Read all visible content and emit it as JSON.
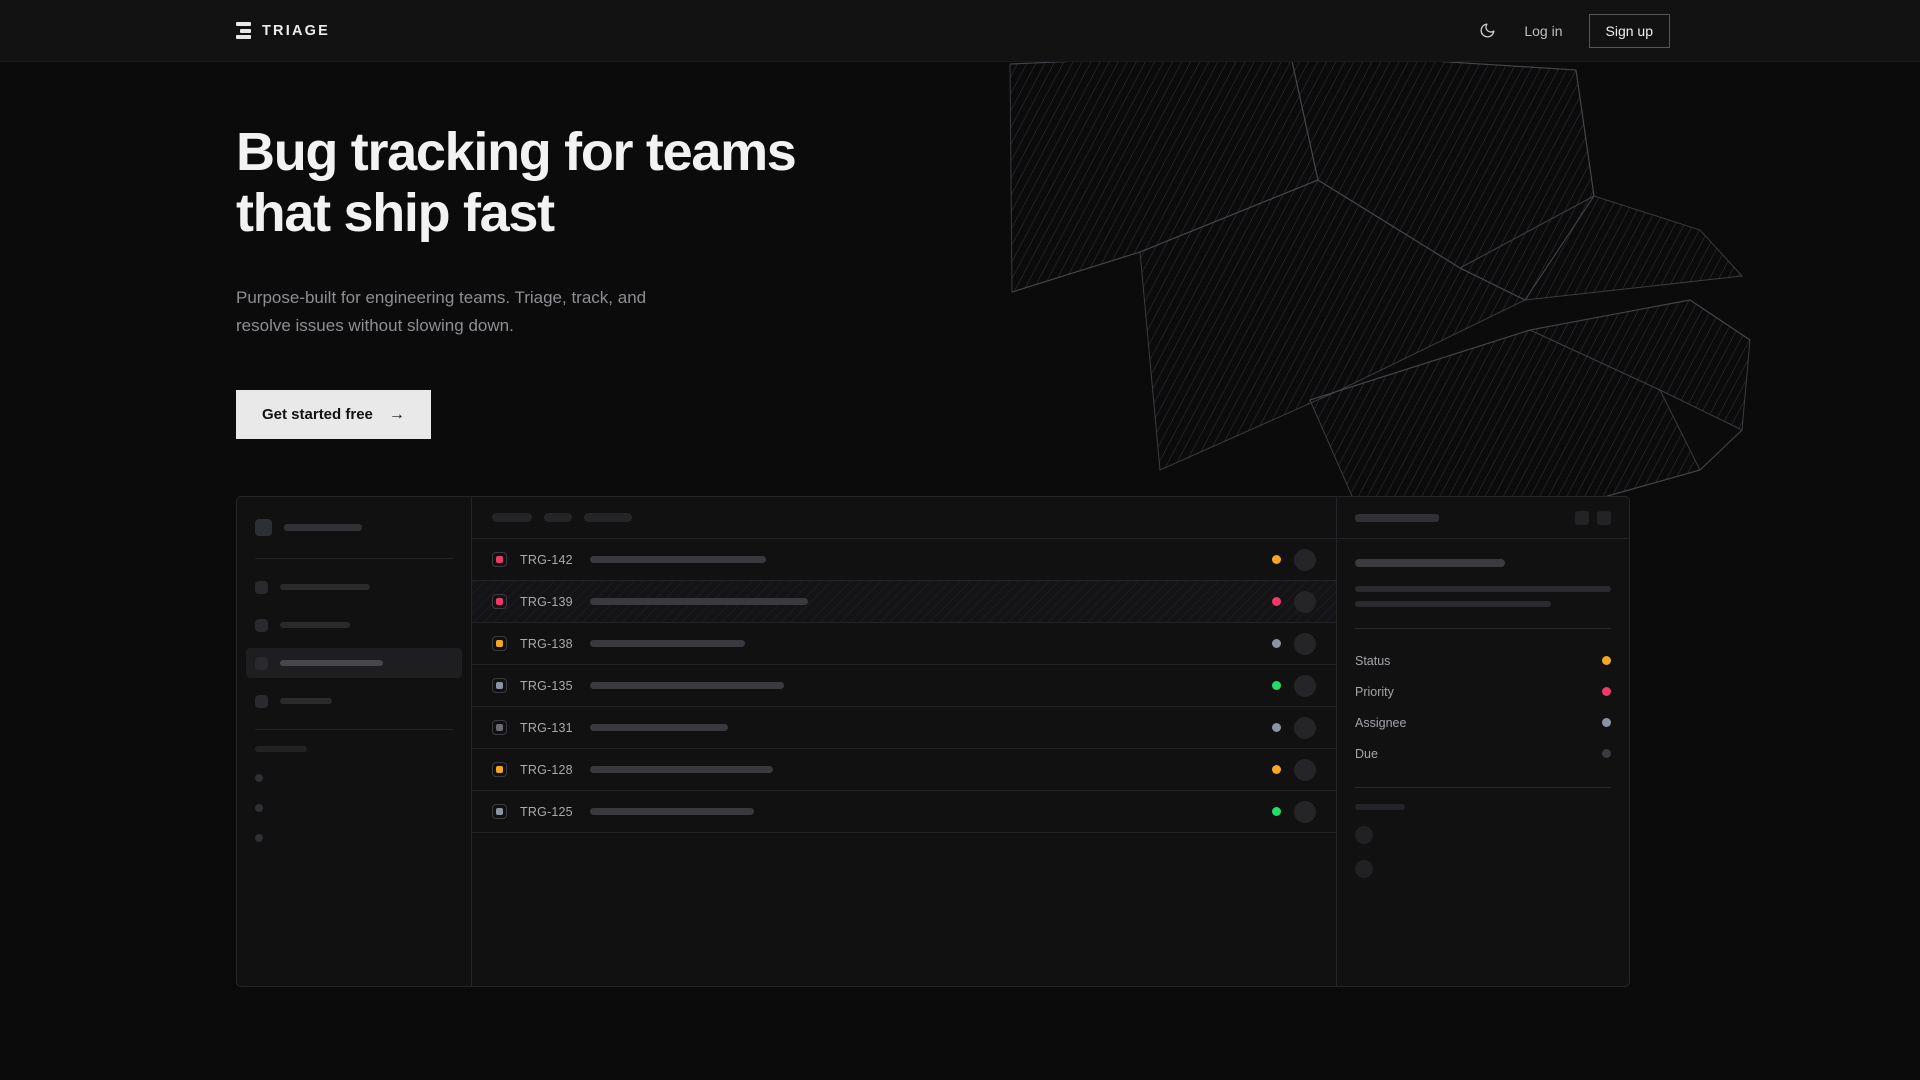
{
  "theme": {
    "page_bg": "#0b0b0c",
    "header_bg": "#121213",
    "panel_bg": "#111112",
    "border": "#26262a",
    "text_primary": "#f2f2f3",
    "text_muted": "#8e8e93",
    "cta_bg": "#e9e9e9",
    "accent_orange": "#f5a623",
    "accent_pink": "#f0386b",
    "accent_green": "#22dd66",
    "accent_slate": "#8a94a6",
    "accent_gray": "#3a3a3f"
  },
  "header": {
    "brand_name": "TRIAGE",
    "brand_icon": "stacked-bars-logo-icon",
    "theme_toggle_icon": "moon-icon",
    "login_label": "Log in",
    "signup_label": "Sign up"
  },
  "hero": {
    "heading_line1": "Bug tracking for teams",
    "heading_line2": "that ship fast",
    "subheading_line1": "Purpose-built for engineering teams. Triage, track, and",
    "subheading_line2": "resolve issues without slowing down.",
    "cta_label": "Get started free",
    "cta_arrow": "→"
  },
  "mockup": {
    "sidebar": {
      "header_placeholder_width": 78,
      "nav_items": [
        {
          "label_width": 90,
          "active": false
        },
        {
          "label_width": 70,
          "active": false
        },
        {
          "label_width": 103,
          "active": true
        },
        {
          "label_width": 52,
          "active": false
        }
      ],
      "footer_dots": 3
    },
    "toolbar": {
      "chips": [
        40,
        28,
        48
      ]
    },
    "issue_table": {
      "rows": [
        {
          "id": "TRG-142",
          "badge_color": "#f0386b",
          "title_width": 176,
          "status_color": "#f5a623",
          "selected": false
        },
        {
          "id": "TRG-139",
          "badge_color": "#f0386b",
          "title_width": 218,
          "status_color": "#f0386b",
          "selected": true
        },
        {
          "id": "TRG-138",
          "badge_color": "#f5a623",
          "title_width": 155,
          "status_color": "#8a94a6",
          "selected": false
        },
        {
          "id": "TRG-135",
          "badge_color": "#8a94a6",
          "title_width": 194,
          "status_color": "#22dd66",
          "selected": false
        },
        {
          "id": "TRG-131",
          "badge_color": "#6b6b72",
          "title_width": 138,
          "status_color": "#8a94a6",
          "selected": false
        },
        {
          "id": "TRG-128",
          "badge_color": "#f5a623",
          "title_width": 183,
          "status_color": "#f5a623",
          "selected": false
        },
        {
          "id": "TRG-125",
          "badge_color": "#8a94a6",
          "title_width": 164,
          "status_color": "#22dd66",
          "selected": false
        }
      ]
    },
    "detail_panel": {
      "header_placeholder_width": 84,
      "action_buttons": 2,
      "title_placeholder_width": 150,
      "body_line_widths": [
        256,
        196
      ],
      "meta": [
        {
          "label": "Status",
          "dot_color": "#f5a623"
        },
        {
          "label": "Priority",
          "dot_color": "#f0386b"
        },
        {
          "label": "Assignee",
          "dot_color": "#8a94a6"
        },
        {
          "label": "Due",
          "dot_color": "#3a3a3f"
        }
      ],
      "footer_avatars": 2
    }
  }
}
